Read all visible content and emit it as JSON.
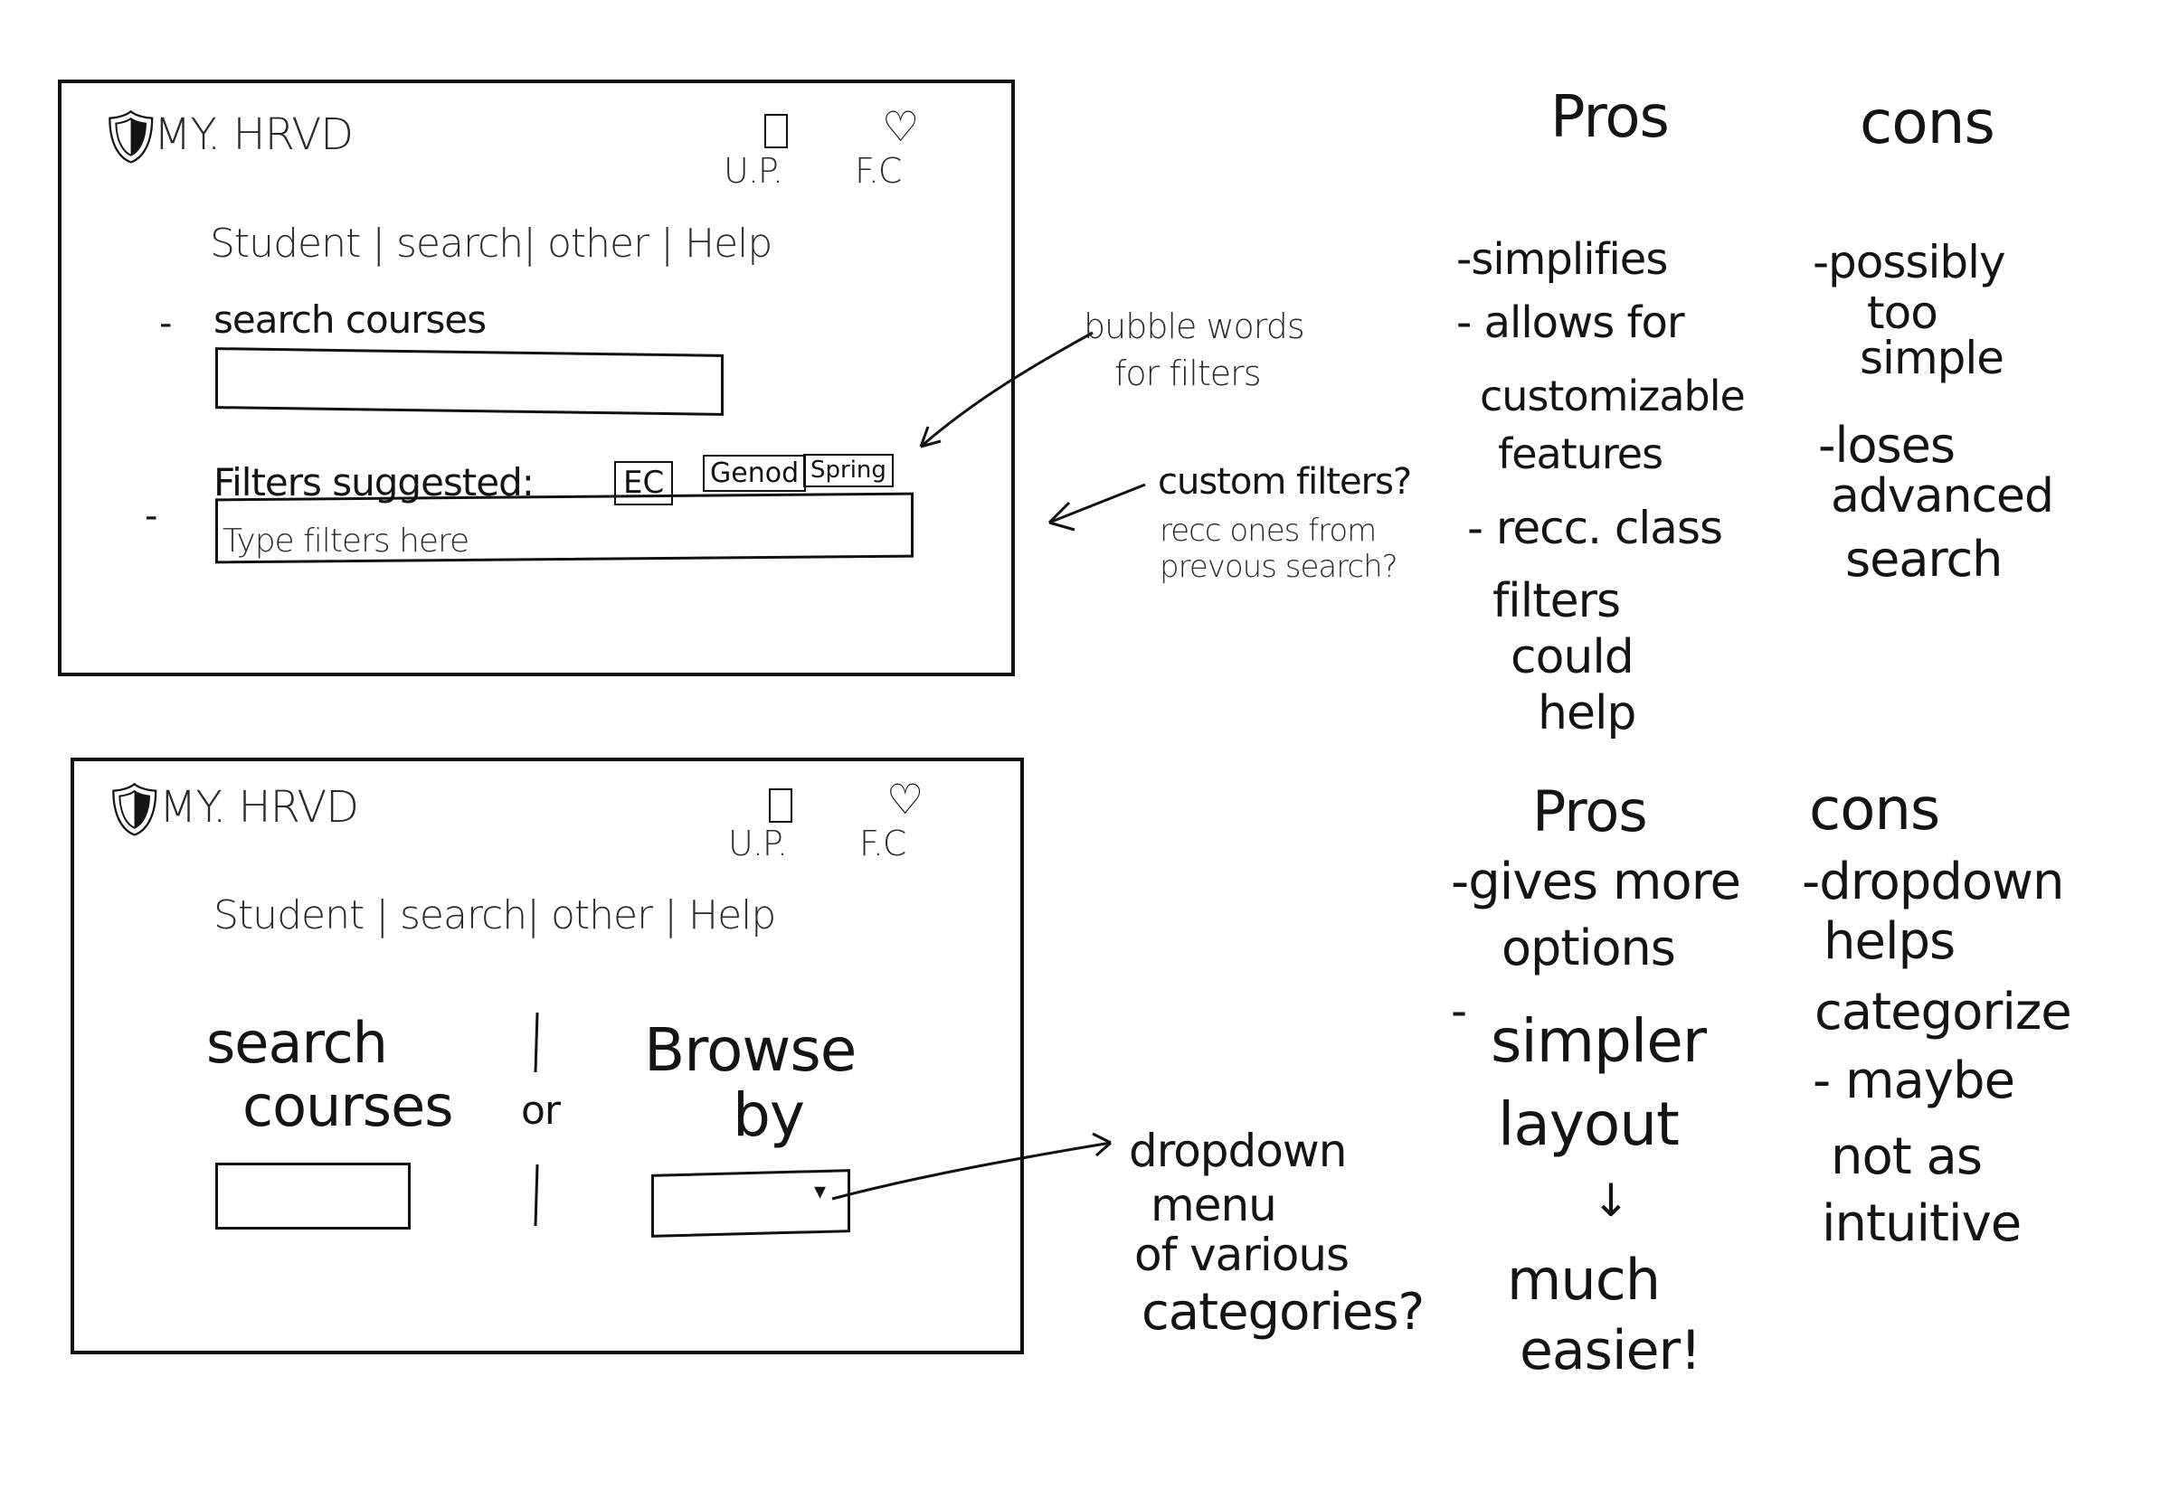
{
  "sketch1": {
    "logo": "MY. HRVD",
    "icon_up_label": "U.P.",
    "icon_fc_label": "F.C",
    "nav": "Student | search| other | Help",
    "search_label": "search courses",
    "filters_label": "Filters suggested:",
    "tags": [
      "EC",
      "Genod",
      "Spring"
    ],
    "filter_input_placeholder": "Type filters here"
  },
  "sketch2": {
    "logo": "MY. HRVD",
    "icon_up_label": "U.P.",
    "icon_fc_label": "F.C",
    "nav": "Student | search| other | Help",
    "search_label_line1": "search",
    "search_label_line2": "courses",
    "or": "or",
    "browse_line1": "Browse",
    "browse_line2": "by",
    "dropdown_caret": "▾"
  },
  "annotations": {
    "bubble_1": "bubble words",
    "bubble_2": "for filters",
    "custom_1": "custom filters?",
    "custom_2": "recc ones from",
    "custom_3": "prevous search?",
    "dropdown_1": "dropdown",
    "dropdown_2": "menu",
    "dropdown_3": "of various",
    "dropdown_4": "categories?"
  },
  "notes1": {
    "pros_title": "Pros",
    "cons_title": "cons",
    "pros": [
      "-simplifies",
      "- allows for",
      "customizable",
      "features",
      "- recc. class",
      "filters",
      "could",
      "help"
    ],
    "cons": [
      "-possibly",
      "too",
      "simple",
      "-loses",
      "advanced",
      "search"
    ]
  },
  "notes2": {
    "pros_title": "Pros",
    "cons_title": "cons",
    "pros": [
      "-gives more",
      "options",
      "-",
      "simpler",
      "layout",
      "↓",
      "much",
      "easier!"
    ],
    "cons": [
      "-dropdown",
      "helps",
      "categorize",
      "- maybe",
      "not as",
      "intuitive"
    ]
  }
}
